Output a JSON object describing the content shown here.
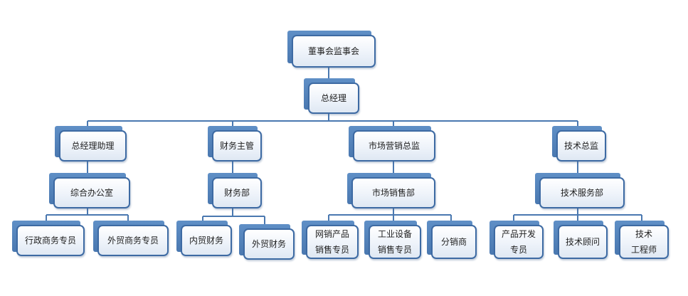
{
  "colors": {
    "line": "#4a78b0",
    "box_border": "#3d6aa3",
    "box_shadow": "#5f8fc6"
  },
  "nodes": {
    "board": "董事会监事会",
    "gm": "总经理",
    "assistant": "总经理助理",
    "finance_head": "财务主管",
    "marketing_head": "市场营销总监",
    "tech_head": "技术总监",
    "office": "综合办公室",
    "finance_dept": "财务部",
    "sales_dept": "市场销售部",
    "tech_service": "技术服务部",
    "admin_specialist": "行政商务专员",
    "foreign_trade_specialist": "外贸商务专员",
    "domestic_finance": "内贸财务",
    "foreign_finance": "外贸财务",
    "online_sales": "网销产品\n销售专员",
    "industrial_sales": "工业设备\n销售专员",
    "distributor": "分销商",
    "product_dev": "产品开发\n专员",
    "tech_consultant": "技术顾问",
    "engineer": "技术\n工程师"
  }
}
